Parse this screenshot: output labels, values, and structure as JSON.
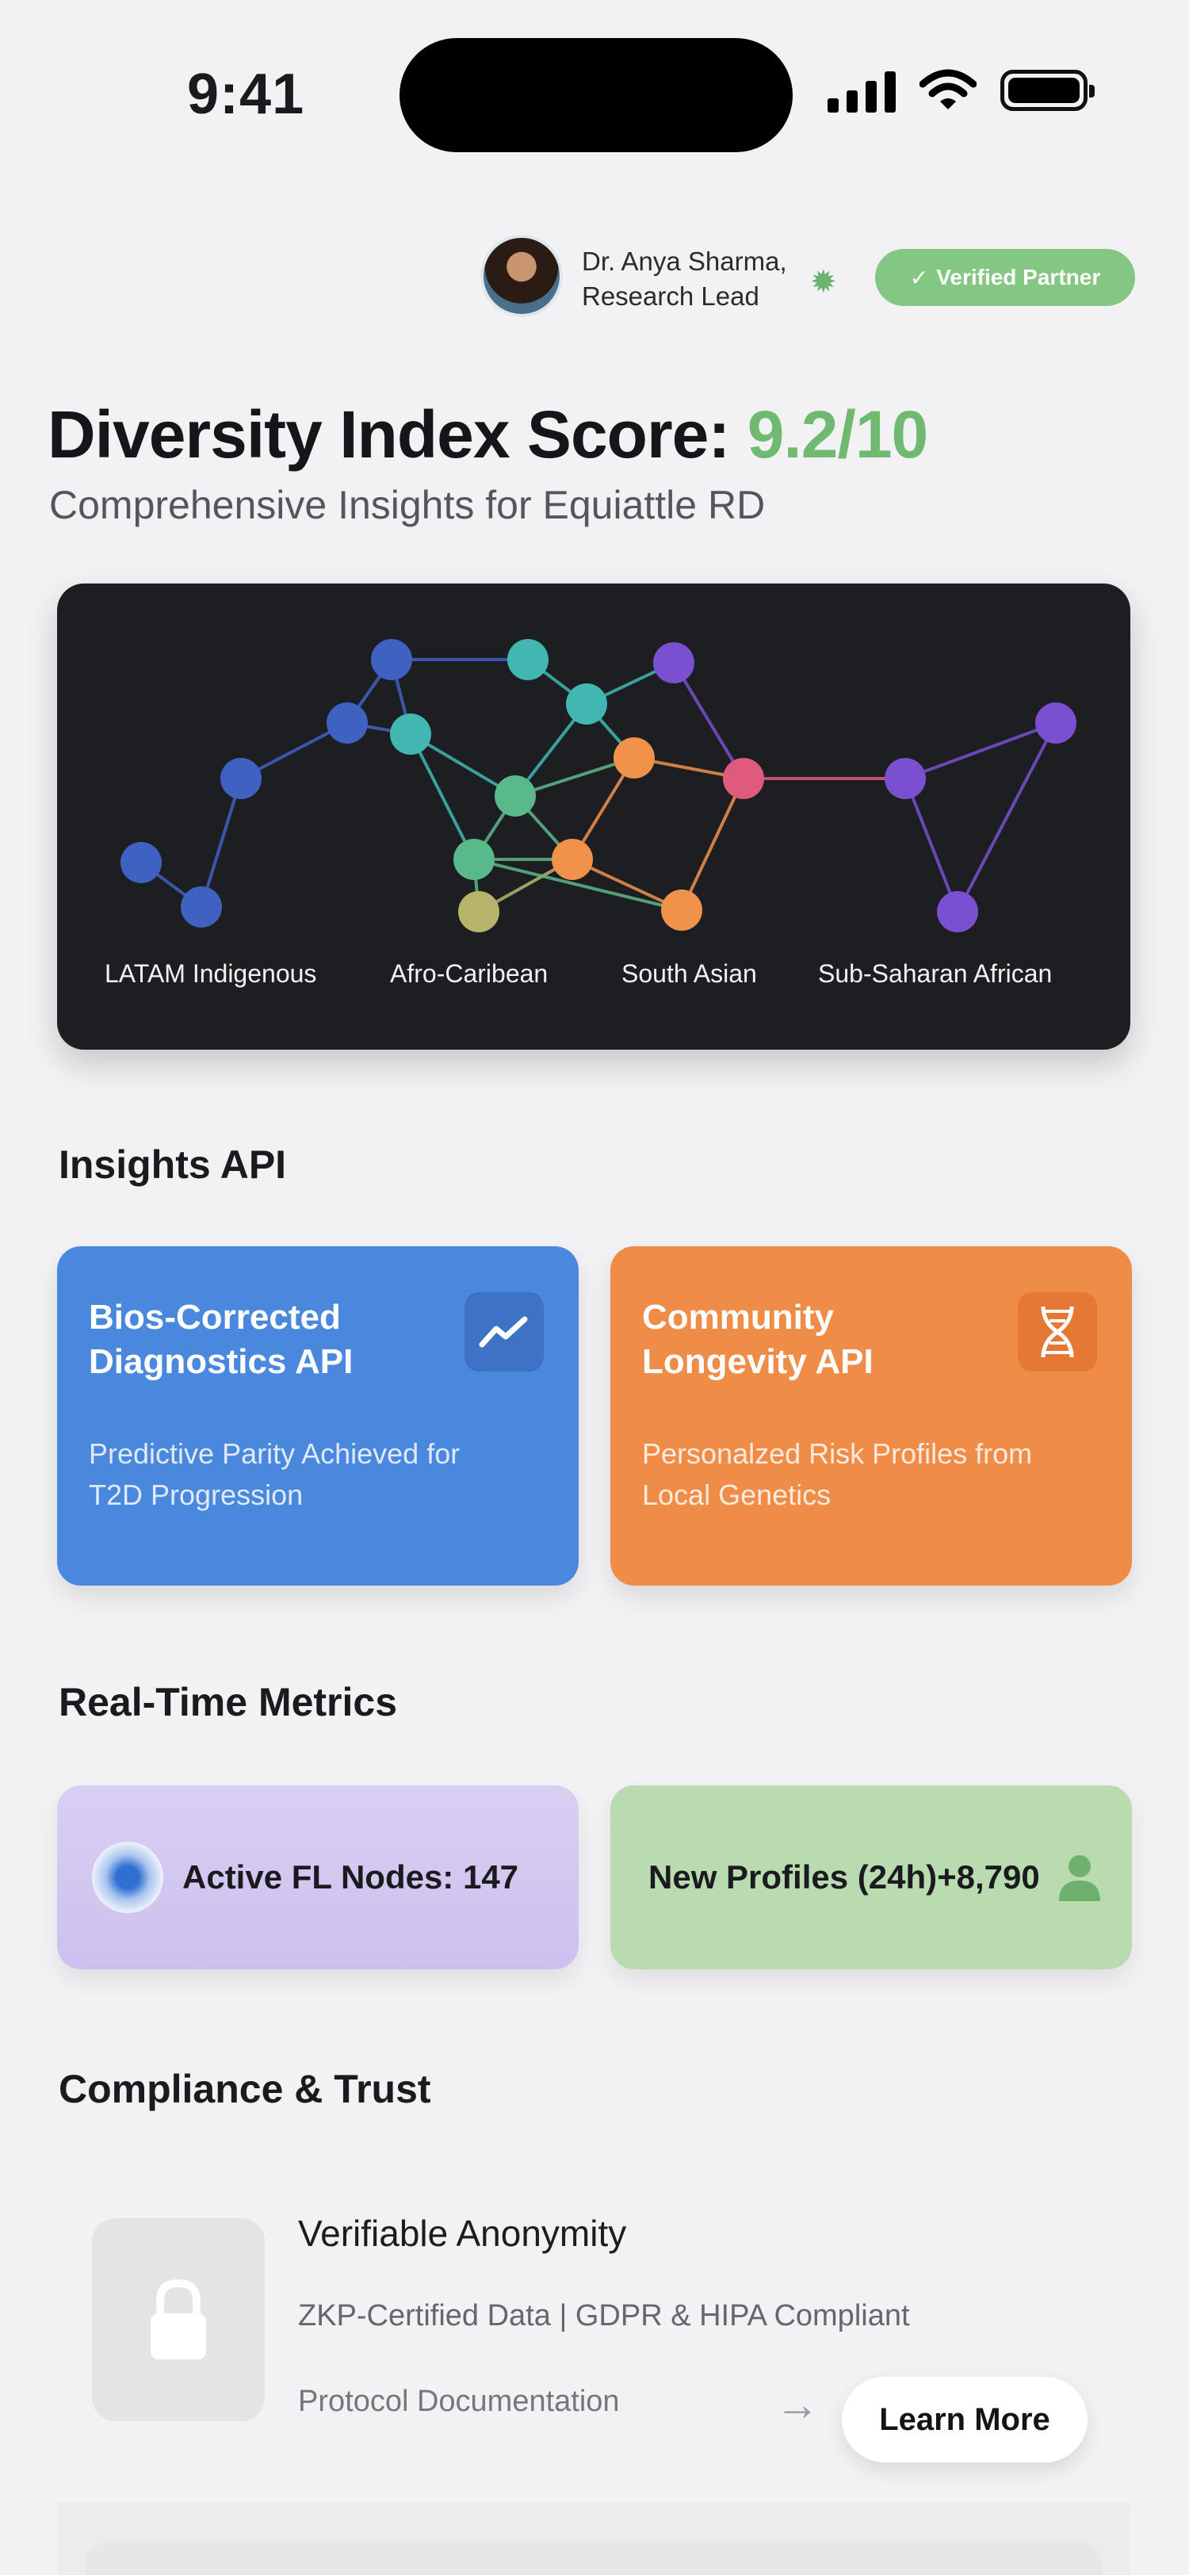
{
  "status_bar": {
    "time": "9:41"
  },
  "profile": {
    "name_line1": "Dr. Anya Sharma,",
    "name_line2": "Research Lead",
    "badge": "Verified Partner"
  },
  "header": {
    "title": "Diversity Index Score:",
    "score": "9.2/10",
    "subtitle": "Comprehensive Insights for Equiattle RD"
  },
  "network": {
    "regions": [
      "LATAM Indigenous",
      "Afro-Caribean",
      "South Asian",
      "Sub-Saharan African"
    ],
    "colors": {
      "blue": "#3f62c2",
      "teal": "#40b7b0",
      "green": "#5ab98a",
      "orange": "#f0924a",
      "pink": "#e05a7d",
      "purple": "#7a4fd0",
      "olive": "#b6b46a"
    }
  },
  "insights": {
    "section_title": "Insights API",
    "cards": [
      {
        "title": "Bios-Corrected Diagnostics API",
        "desc": "Predictive Parity Achieved for T2D Progression",
        "icon": "trend-icon",
        "color": "#4a88de"
      },
      {
        "title": "Community Longevity API",
        "desc": "Personalzed Risk Profiles from Local Genetics",
        "icon": "dna-icon",
        "color": "#ef8c47"
      }
    ]
  },
  "metrics": {
    "section_title": "Real-Time Metrics",
    "active_nodes": "Active FL Nodes: 147",
    "new_profiles": "New Profiles (24h)+8,790"
  },
  "compliance": {
    "section_title": "Compliance & Trust",
    "title": "Verifiable Anonymity",
    "subtitle": "ZKP-Certified Data | GDPR & HIPA Compliant",
    "doc_link": "Protocol Documentation",
    "button": "Learn More"
  }
}
